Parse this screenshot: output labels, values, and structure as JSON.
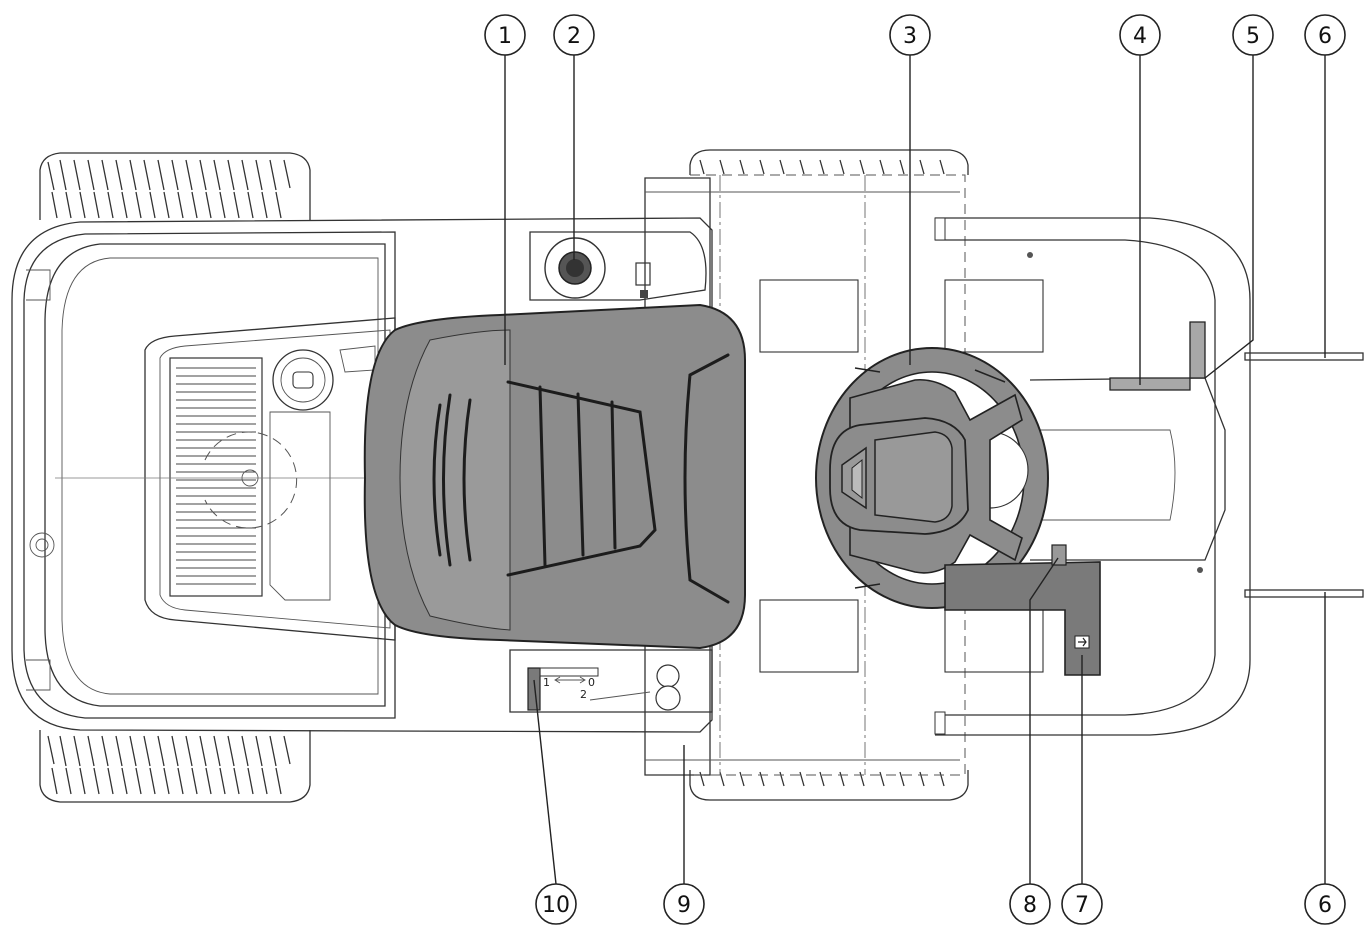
{
  "diagram": {
    "callouts": [
      {
        "id": "c1",
        "label": "1",
        "part": "seat"
      },
      {
        "id": "c2",
        "label": "2",
        "part": "fuel-cap"
      },
      {
        "id": "c3",
        "label": "3",
        "part": "steering-wheel"
      },
      {
        "id": "c4",
        "label": "4",
        "part": "lift-lever"
      },
      {
        "id": "c5",
        "label": "5",
        "part": "front-bracket"
      },
      {
        "id": "c6a",
        "label": "6",
        "part": "fork-top"
      },
      {
        "id": "c6b",
        "label": "6",
        "part": "fork-bottom"
      },
      {
        "id": "c7",
        "label": "7",
        "part": "pedal"
      },
      {
        "id": "c8",
        "label": "8",
        "part": "pedal-switch"
      },
      {
        "id": "c9",
        "label": "9",
        "part": "fender"
      },
      {
        "id": "c10",
        "label": "10",
        "part": "control-lever"
      }
    ],
    "control_panel_markings": [
      "1",
      "0",
      "2"
    ]
  }
}
